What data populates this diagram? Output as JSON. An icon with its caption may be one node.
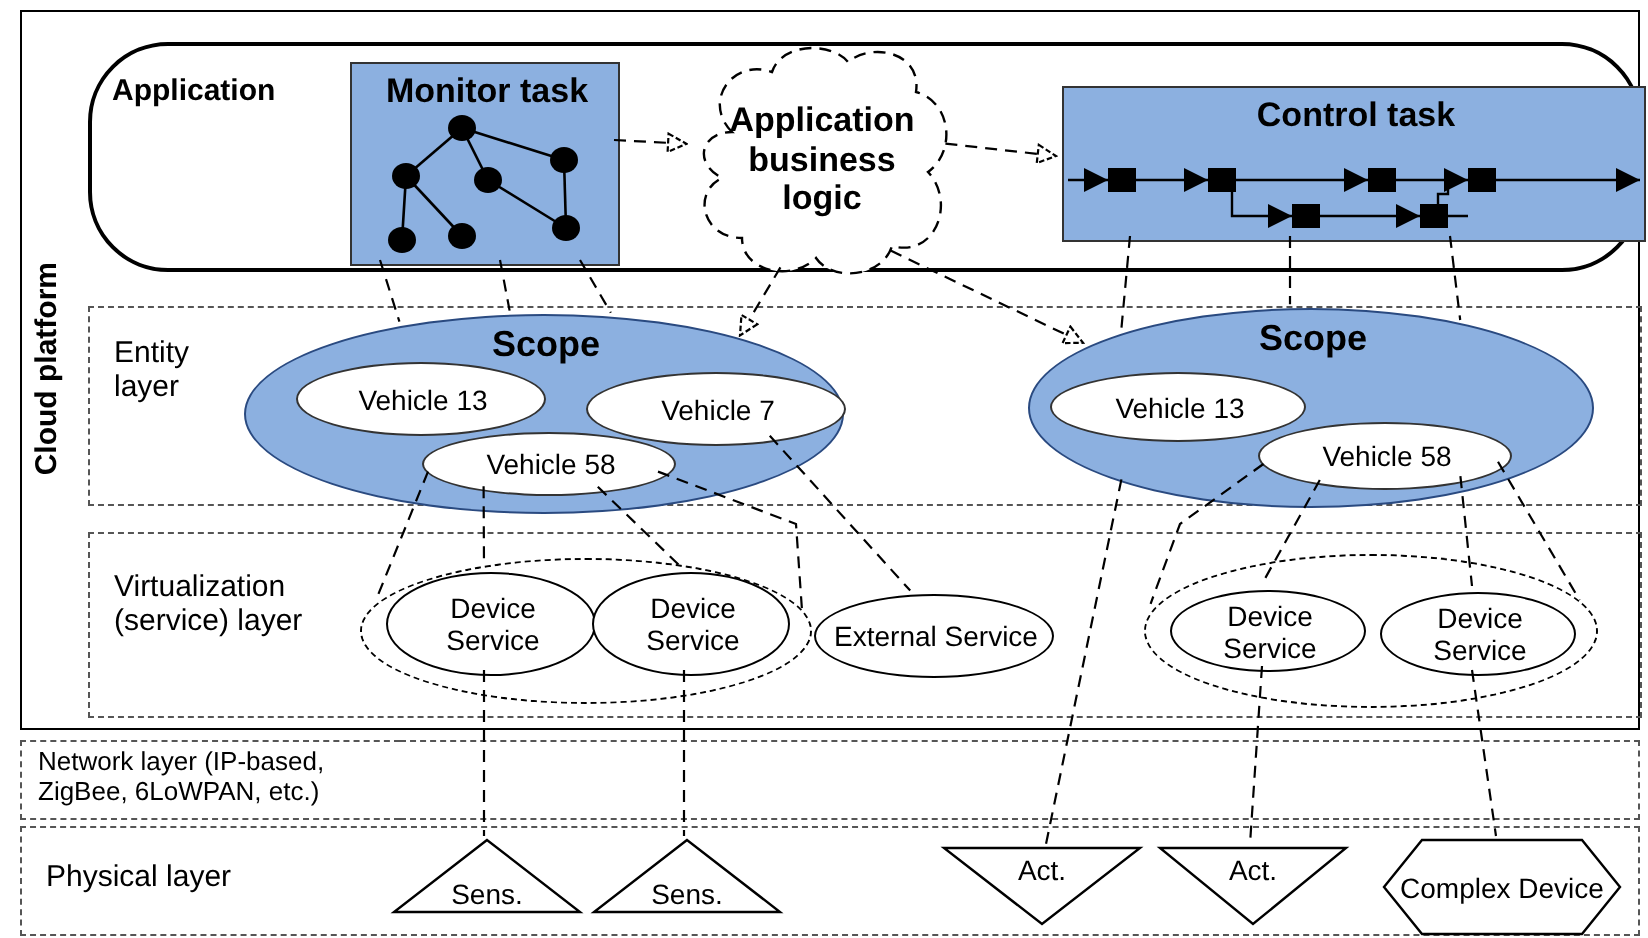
{
  "diagram": {
    "nodes": [
      {
        "text": [
          "Cloud platform"
        ]
      },
      {
        "text": [
          "Application"
        ],
        "in": 0
      },
      {
        "text": [
          "Monitor task"
        ],
        "in": 1
      },
      {
        "text": [
          "Application business logic"
        ],
        "in": 1
      },
      {
        "text": [
          "Control task"
        ],
        "in": 1
      },
      {
        "text": [
          "Entity layer"
        ],
        "in": 0
      },
      {
        "text": [
          "Scope"
        ],
        "in": 5
      },
      {
        "text": [
          "Vehicle 13"
        ],
        "in": 6
      },
      {
        "text": [
          "Vehicle 7"
        ],
        "in": 6
      },
      {
        "text": [
          "Vehicle 58"
        ],
        "in": 6
      },
      {
        "text": [
          "Scope"
        ],
        "in": 5
      },
      {
        "text": [
          "Vehicle 13"
        ],
        "in": 10
      },
      {
        "text": [
          "Vehicle 58"
        ],
        "in": 10
      },
      {
        "text": [
          "Virtualization (service) layer"
        ],
        "in": 0
      },
      {
        "text": [],
        "shape": "ellipse",
        "in": 13
      },
      {
        "text": [
          "Device Service"
        ],
        "in": 14
      },
      {
        "text": [
          "Device Service"
        ],
        "in": 14
      },
      {
        "text": [
          "External Service"
        ],
        "in": 13
      },
      {
        "text": [],
        "shape": "ellipse",
        "in": 13
      },
      {
        "text": [
          "Device Service"
        ],
        "in": 18
      },
      {
        "text": [
          "Device Service"
        ],
        "in": 18
      },
      {
        "text": [
          "Network layer (IP-based, ZigBee, 6LoWPAN, etc.)"
        ]
      },
      {
        "text": [
          "Physical layer"
        ]
      },
      {
        "text": [
          "Sens."
        ],
        "in": 22
      },
      {
        "text": [
          "Sens."
        ],
        "in": 22
      },
      {
        "text": [
          "Act."
        ],
        "in": 22
      },
      {
        "text": [
          "Act."
        ],
        "in": 22
      },
      {
        "text": [
          "Complex Device"
        ],
        "in": 22
      }
    ],
    "edges": [
      {
        "from": 2,
        "to": 3,
        "arrow": "to",
        "style": "dashed"
      },
      {
        "from": 3,
        "to": 4,
        "arrow": "to",
        "style": "dashed"
      },
      {
        "from": 3,
        "to": 6,
        "arrow": "to",
        "style": "dashed"
      },
      {
        "from": 3,
        "to": 10,
        "arrow": "to",
        "style": "dashed"
      },
      {
        "from": 2,
        "to": 6,
        "arrow": "none",
        "style": "dashed"
      },
      {
        "from": 2,
        "to": 6,
        "arrow": "none",
        "style": "dashed"
      },
      {
        "from": 2,
        "to": 6,
        "arrow": "none",
        "style": "dashed"
      },
      {
        "from": 4,
        "to": 10,
        "arrow": "none",
        "style": "dashed"
      },
      {
        "from": 4,
        "to": 10,
        "arrow": "none",
        "style": "dashed"
      },
      {
        "from": 4,
        "to": 10,
        "arrow": "none",
        "style": "dashed"
      },
      {
        "from": 9,
        "to": 14,
        "arrow": "none",
        "style": "dashed"
      },
      {
        "from": 9,
        "to": 15,
        "arrow": "none",
        "style": "dashed"
      },
      {
        "from": 9,
        "to": 16,
        "arrow": "none",
        "style": "dashed"
      },
      {
        "from": 9,
        "to": 14,
        "arrow": "none",
        "style": "dashed"
      },
      {
        "from": 8,
        "to": 17,
        "arrow": "none",
        "style": "dashed"
      },
      {
        "from": 12,
        "to": 18,
        "arrow": "none",
        "style": "dashed"
      },
      {
        "from": 12,
        "to": 19,
        "arrow": "none",
        "style": "dashed"
      },
      {
        "from": 12,
        "to": 20,
        "arrow": "none",
        "style": "dashed"
      },
      {
        "from": 12,
        "to": 18,
        "arrow": "none",
        "style": "dashed"
      },
      {
        "from": 10,
        "to": 25,
        "arrow": "none",
        "style": "dashed"
      },
      {
        "from": 15,
        "to": 23,
        "arrow": "none",
        "style": "dashed"
      },
      {
        "from": 16,
        "to": 24,
        "arrow": "none",
        "style": "dashed"
      },
      {
        "from": 19,
        "to": 26,
        "arrow": "none",
        "style": "dashed"
      },
      {
        "from": 20,
        "to": 27,
        "arrow": "none",
        "style": "dashed"
      }
    ]
  }
}
